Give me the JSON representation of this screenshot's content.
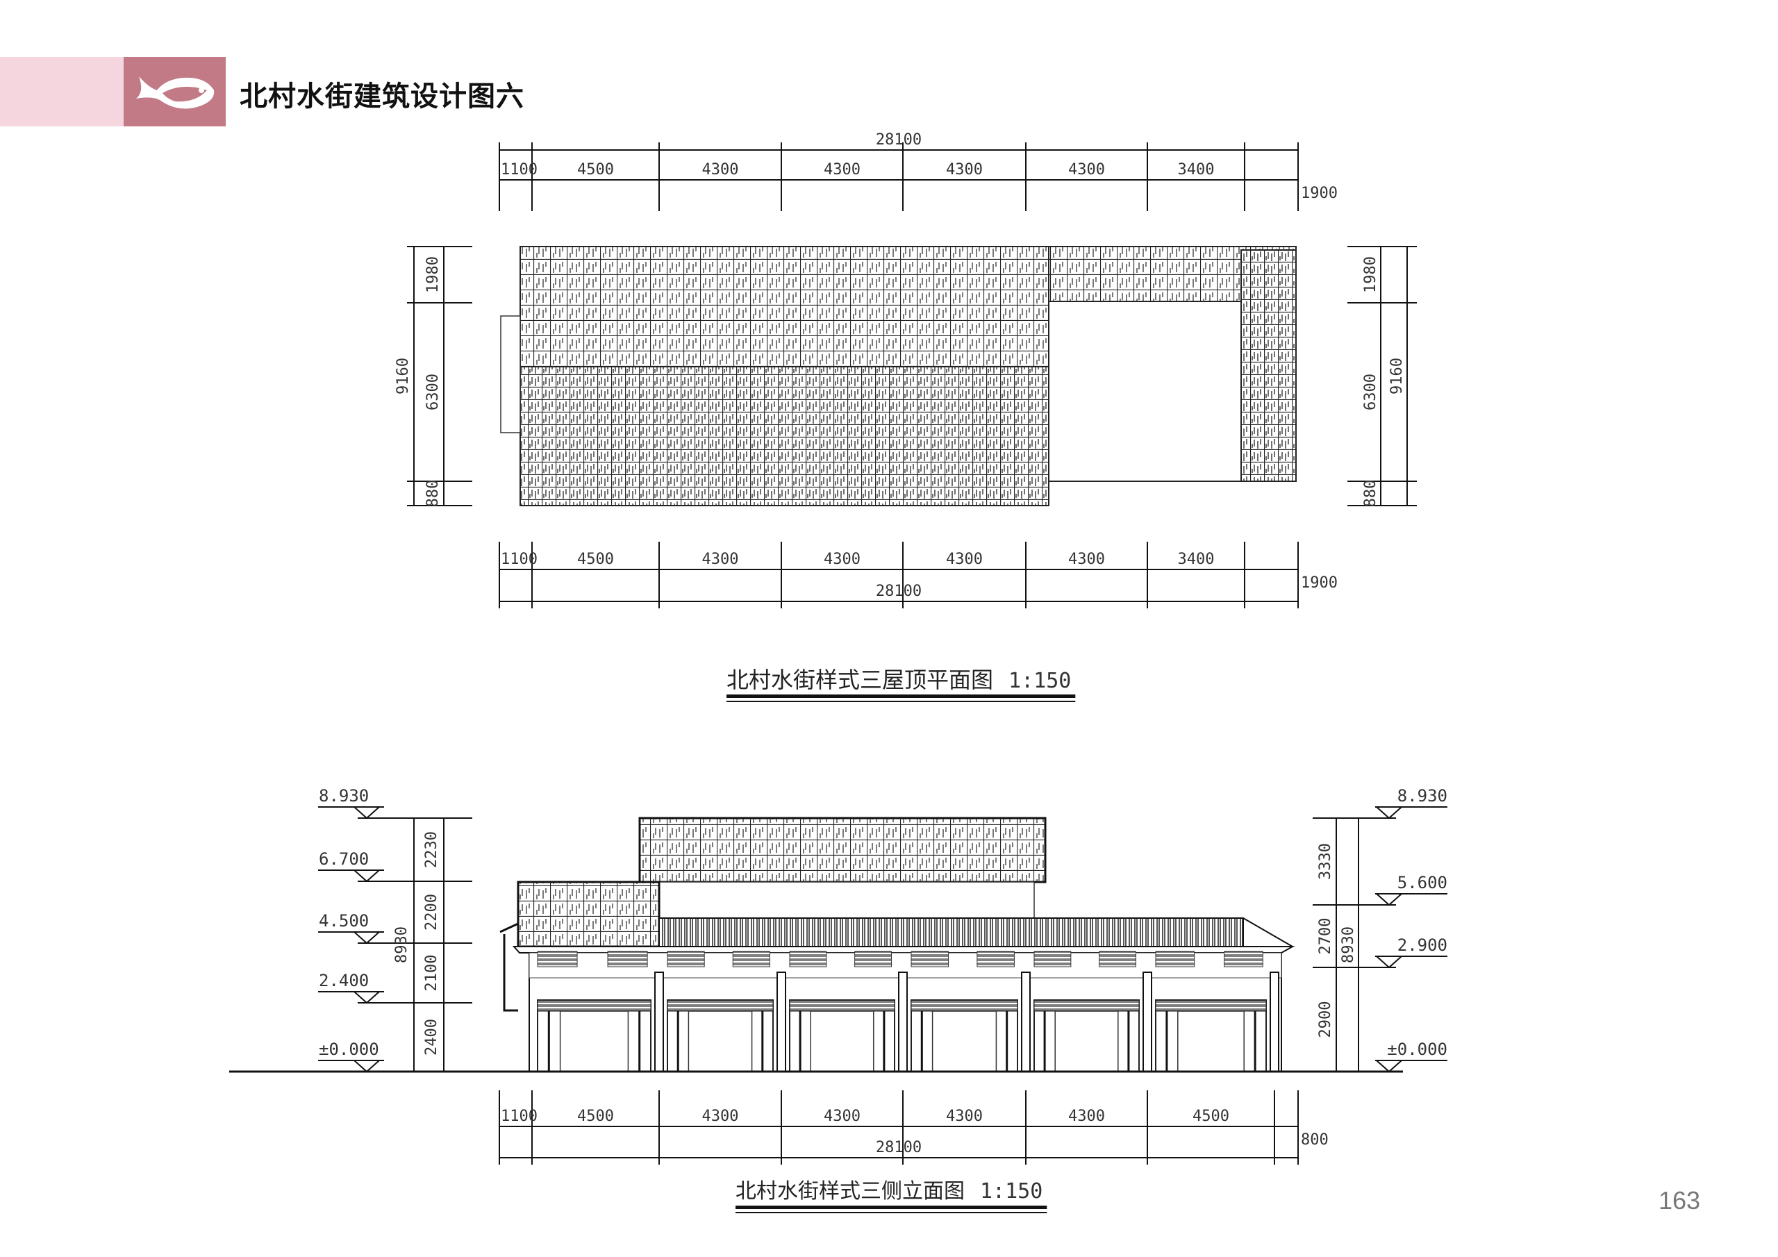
{
  "header": {
    "title": "北村水街建筑设计图六",
    "logo_icon": "fish-icon",
    "colors": {
      "band_light": "#f6d6de",
      "band_dark": "#c27b86"
    }
  },
  "roof_plan": {
    "title": "北村水街样式三屋顶平面图",
    "scale": "1:150",
    "top_total": "28100",
    "top_segments": [
      "1100",
      "4500",
      "4300",
      "4300",
      "4300",
      "4300",
      "3400",
      "1900"
    ],
    "bottom_total": "28100",
    "bottom_segments": [
      "1100",
      "4500",
      "4300",
      "4300",
      "4300",
      "4300",
      "3400",
      "1900"
    ],
    "left_total": "9160",
    "left_segments": [
      "1980",
      "6300",
      "880"
    ],
    "right_total": "9160",
    "right_segments": [
      "1980",
      "6300",
      "880"
    ]
  },
  "elevation": {
    "title": "北村水街样式三侧立面图",
    "scale": "1:150",
    "left_levels": [
      "8.930",
      "6.700",
      "4.500",
      "2.400",
      "±0.000"
    ],
    "left_segments": [
      "2230",
      "2200",
      "2100",
      "2400"
    ],
    "left_total": "8930",
    "right_levels": [
      "8.930",
      "5.600",
      "2.900",
      "±0.000"
    ],
    "right_segments": [
      "3330",
      "2700",
      "2900"
    ],
    "right_total": "8930",
    "bottom_segments": [
      "1100",
      "4500",
      "4300",
      "4300",
      "4300",
      "4300",
      "4500",
      "800"
    ],
    "bottom_total": "28100"
  },
  "page_number": "163"
}
